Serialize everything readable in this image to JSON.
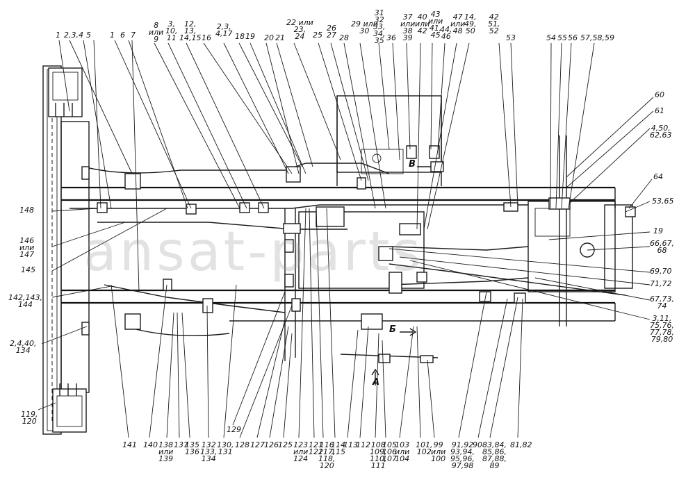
{
  "watermark": "ansat-parts",
  "view_markers": {
    "a": "A",
    "b": "Б",
    "v": "В"
  },
  "callouts_top": [
    {
      "id": "t1",
      "text": "1"
    },
    {
      "id": "t2",
      "text": "2,3,4"
    },
    {
      "id": "t3",
      "text": "5"
    },
    {
      "id": "t4",
      "text": "1"
    },
    {
      "id": "t5",
      "text": "6"
    },
    {
      "id": "t6",
      "text": "7"
    },
    {
      "id": "t7",
      "text": "8\nили\n9"
    },
    {
      "id": "t8",
      "text": "3,\n10,\n11"
    },
    {
      "id": "t9",
      "text": "12,\n13,\n14,15"
    },
    {
      "id": "t10",
      "text": "16"
    },
    {
      "id": "t11",
      "text": "2,3,\n4,17"
    },
    {
      "id": "t12",
      "text": "18"
    },
    {
      "id": "t13",
      "text": "19"
    },
    {
      "id": "t14",
      "text": "20"
    },
    {
      "id": "t15",
      "text": "21"
    },
    {
      "id": "t16",
      "text": "22 или\n23,\n24"
    },
    {
      "id": "t17",
      "text": "25"
    },
    {
      "id": "t18",
      "text": "26\n27"
    },
    {
      "id": "t19",
      "text": "28"
    },
    {
      "id": "t20",
      "text": "29 или\n30"
    },
    {
      "id": "t21",
      "text": "31\n32\n33,\n34,\n35"
    },
    {
      "id": "t22",
      "text": "36"
    },
    {
      "id": "t23",
      "text": "37\nили\n38\n39"
    },
    {
      "id": "t24",
      "text": "40\nили\n42"
    },
    {
      "id": "t25",
      "text": "43\nили\n41,\n45"
    },
    {
      "id": "t26",
      "text": "44,\n46"
    },
    {
      "id": "t27",
      "text": "47\nили\n48"
    },
    {
      "id": "t28",
      "text": "14,\n49,\n50"
    },
    {
      "id": "t29",
      "text": "42\n51,\n52"
    },
    {
      "id": "t30",
      "text": "53"
    },
    {
      "id": "t31",
      "text": "54"
    },
    {
      "id": "t32",
      "text": "55"
    },
    {
      "id": "t33",
      "text": "56"
    },
    {
      "id": "t34",
      "text": "57,58,59"
    }
  ],
  "callouts_right": [
    {
      "id": "r1",
      "text": "60"
    },
    {
      "id": "r2",
      "text": "61"
    },
    {
      "id": "r3",
      "text": "4,50,\n62,63"
    },
    {
      "id": "r4",
      "text": "64"
    },
    {
      "id": "r5",
      "text": "53,65"
    },
    {
      "id": "r6",
      "text": "19"
    },
    {
      "id": "r7",
      "text": "66,67,\n68"
    },
    {
      "id": "r8",
      "text": "69,70"
    },
    {
      "id": "r9",
      "text": "71,72"
    },
    {
      "id": "r10",
      "text": "67,73,\n74"
    },
    {
      "id": "r11",
      "text": "3,11,\n75,76,\n77,78,\n79,80"
    }
  ],
  "callouts_left": [
    {
      "id": "l1",
      "text": "148"
    },
    {
      "id": "l2",
      "text": "146\nили\n147"
    },
    {
      "id": "l3",
      "text": "145"
    },
    {
      "id": "l4",
      "text": "142,143,\n144"
    },
    {
      "id": "l5",
      "text": "2,4,40,\n134"
    },
    {
      "id": "l6",
      "text": "119,\n120"
    }
  ],
  "callouts_bottom": [
    {
      "id": "b1",
      "text": "141"
    },
    {
      "id": "b2",
      "text": "140"
    },
    {
      "id": "b3",
      "text": "138\nили\n139"
    },
    {
      "id": "b4",
      "text": "137"
    },
    {
      "id": "b5",
      "text": "135\n136"
    },
    {
      "id": "b6",
      "text": "132\n133,\n134"
    },
    {
      "id": "b7",
      "text": "130,\n131"
    },
    {
      "id": "b8",
      "text": "129"
    },
    {
      "id": "b9",
      "text": "128"
    },
    {
      "id": "b10",
      "text": "127"
    },
    {
      "id": "b11",
      "text": "126"
    },
    {
      "id": "b12",
      "text": "125"
    },
    {
      "id": "b13",
      "text": "123\nили\n124"
    },
    {
      "id": "b14",
      "text": "121\n122"
    },
    {
      "id": "b15",
      "text": "116\n117,\n118,\n120"
    },
    {
      "id": "b16",
      "text": "114\n115"
    },
    {
      "id": "b17",
      "text": "113"
    },
    {
      "id": "b18",
      "text": "112"
    },
    {
      "id": "b19",
      "text": "108\n109,\n110,\n111"
    },
    {
      "id": "b20",
      "text": "105\n106\n107"
    },
    {
      "id": "b21",
      "text": "103\nили\n104"
    },
    {
      "id": "b22",
      "text": "101,\n102"
    },
    {
      "id": "b23",
      "text": "99\nили\n100"
    },
    {
      "id": "b24",
      "text": "91,92\n93,94,\n95,96,\n97,98"
    },
    {
      "id": "b25",
      "text": "90"
    },
    {
      "id": "b26",
      "text": "83,84,\n85,86,\n87,88,\n89"
    },
    {
      "id": "b27",
      "text": "81,82"
    }
  ]
}
